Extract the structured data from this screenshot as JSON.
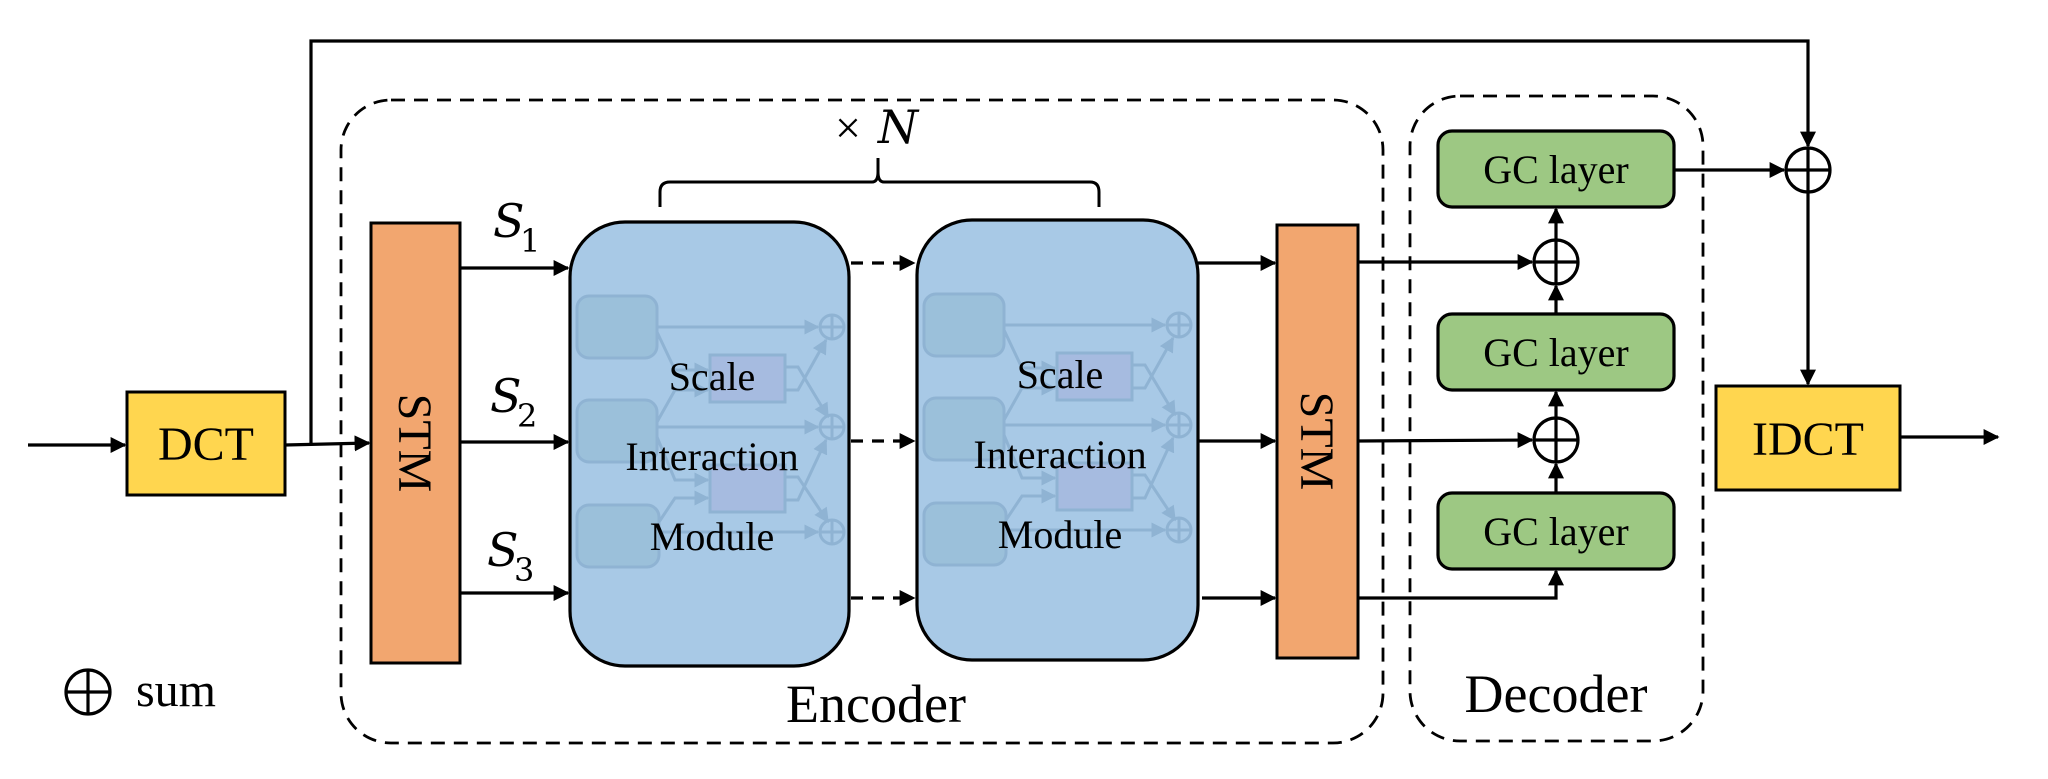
{
  "title": "DCT-based multi-scale encoder/decoder architecture",
  "colors": {
    "dct": "#FFD64F",
    "stm": "#F2A66F",
    "sim_block": "#A8C9E6",
    "sim_inner_box": "#9BC0DA",
    "sim_inner_rect": "#A6BBE0",
    "sim_inner_stroke": "#8FB3D3",
    "gc_layer": "#9DC883",
    "line": "#000000"
  },
  "input": {
    "dct_label": "DCT"
  },
  "encoder": {
    "label": "Encoder",
    "repeat_label_times": "×",
    "repeat_label_var": "N",
    "stm_in_label": "STM",
    "stm_out_label": "STM",
    "scales": [
      {
        "symbol": "S",
        "sub": "1"
      },
      {
        "symbol": "S",
        "sub": "2"
      },
      {
        "symbol": "S",
        "sub": "3"
      }
    ],
    "blocks": [
      {
        "lines": [
          "Scale",
          "Interaction",
          "Module"
        ]
      },
      {
        "lines": [
          "Scale",
          "Interaction",
          "Module"
        ]
      }
    ]
  },
  "decoder": {
    "label": "Decoder",
    "layers": [
      "GC layer",
      "GC layer",
      "GC layer"
    ]
  },
  "output": {
    "idct_label": "IDCT"
  },
  "legend": {
    "symbol": "⊕",
    "label": "sum"
  }
}
